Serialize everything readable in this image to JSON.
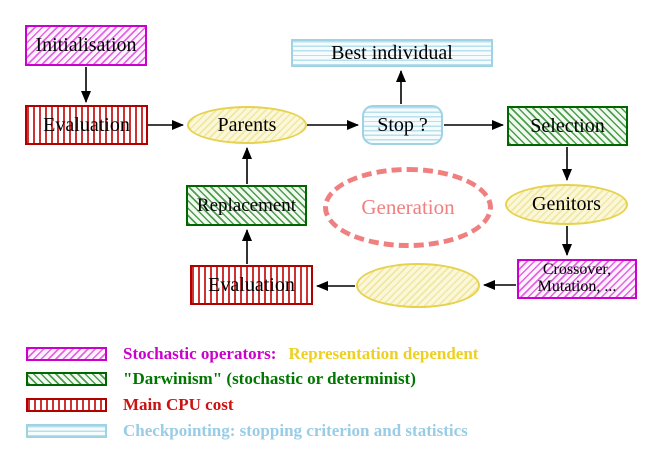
{
  "nodes": {
    "initialisation": "Initialisation",
    "evaluation_top": "Evaluation",
    "parents": "Parents",
    "best_individual": "Best individual",
    "stop": "Stop ?",
    "selection": "Selection",
    "replacement": "Replacement",
    "generation": "Generation",
    "genitors": "Genitors",
    "evaluation_bottom": "Evaluation",
    "crossover_line1": "Crossover,",
    "crossover_line2": "Mutation, ..."
  },
  "legend": {
    "rows": [
      {
        "pattern": "magenta-diagonal-hatch",
        "text1": "Stochastic operators:",
        "text2": "Representation dependent"
      },
      {
        "pattern": "green-diagonal-hatch",
        "text1": "\"Darwinism\" (stochastic or determinist)"
      },
      {
        "pattern": "red-vertical-stripes",
        "text1": "Main CPU cost"
      },
      {
        "pattern": "cyan-horizontal-stripes",
        "text1": "Checkpointing: stopping criterion and statistics"
      }
    ]
  },
  "colors": {
    "magenta": "#cc00cc",
    "red": "#bb0000",
    "green": "#006600",
    "cyan": "#9fd3e4",
    "yellow": "#e6d24f",
    "salmon": "#f08080",
    "legend_yellow_text": "#eed020",
    "legend_blue_text": "#99cce6",
    "arrow": "#000000"
  }
}
